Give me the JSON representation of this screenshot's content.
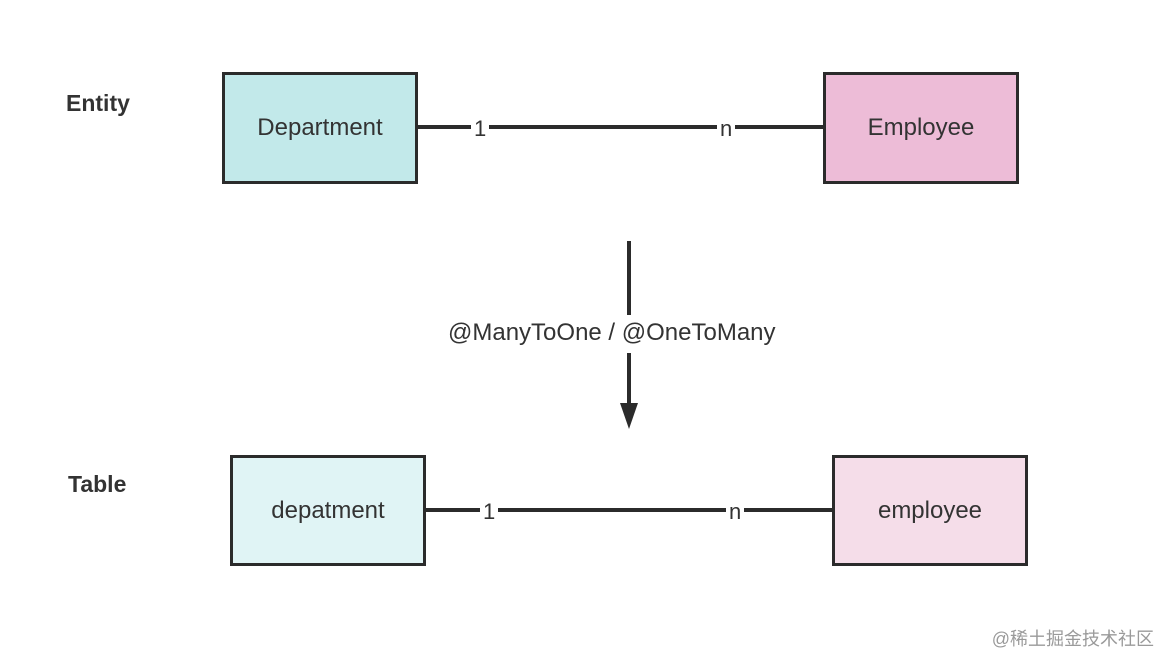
{
  "rows": {
    "entity_label": "Entity",
    "table_label": "Table"
  },
  "entity": {
    "left": "Department",
    "right": "Employee",
    "left_card": "1",
    "right_card": "n"
  },
  "table": {
    "left": "depatment",
    "right": "employee",
    "left_card": "1",
    "right_card": "n"
  },
  "transform": {
    "annotation": "@ManyToOne / @OneToMany"
  },
  "watermark": "@稀土掘金技术社区",
  "colors": {
    "entity_left_fill": "#c2e9ea",
    "entity_right_fill": "#edbcd7",
    "table_left_fill": "#e0f4f5",
    "table_right_fill": "#f5dde9",
    "stroke": "#2b2b2b"
  }
}
